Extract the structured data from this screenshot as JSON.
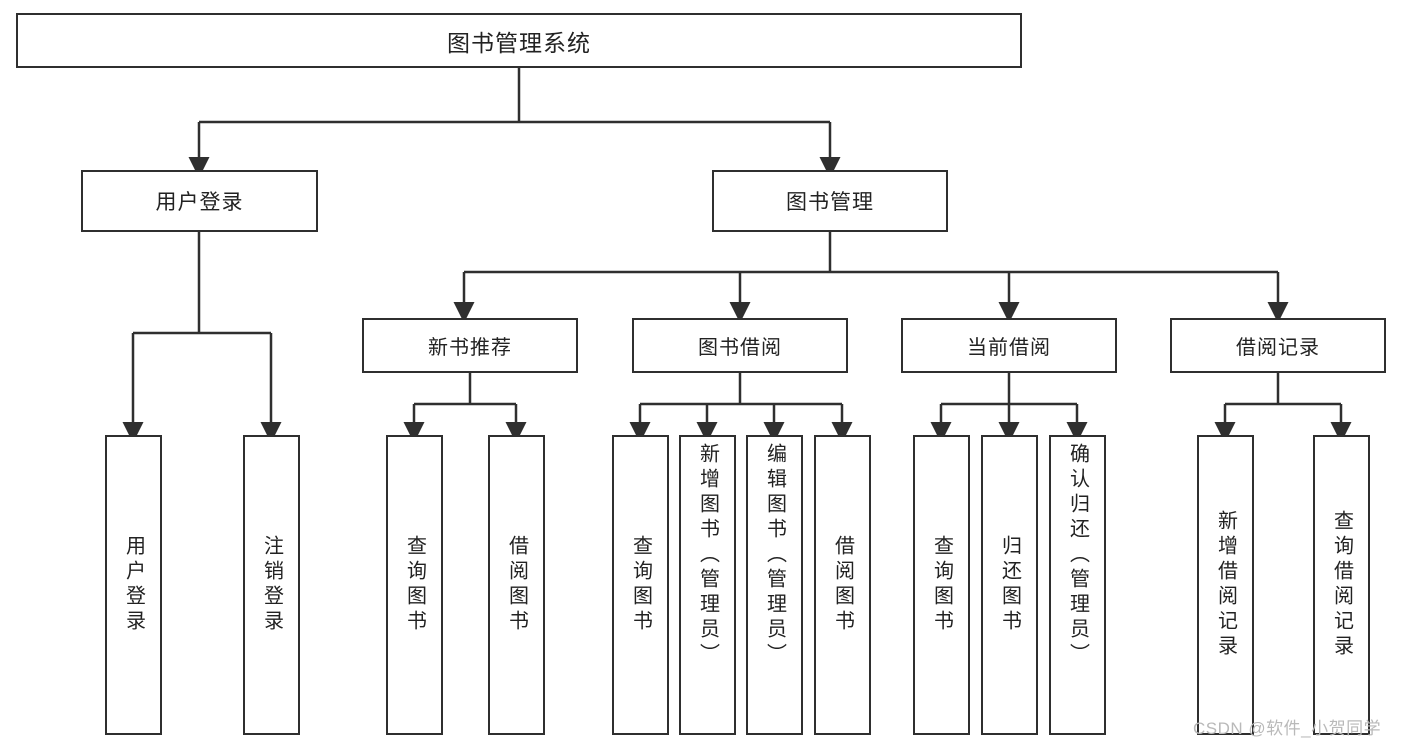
{
  "diagram": {
    "title": "图书管理系统",
    "watermark": "CSDN @软件_小贺同学",
    "stroke_color": "#2f2f2f",
    "fill_color": "#ffffff",
    "text_color": "#222222",
    "watermark_color": "#b9b9b9",
    "root": {
      "label": "图书管理系统"
    },
    "level1": [
      {
        "label": "用户登录"
      },
      {
        "label": "图书管理"
      }
    ],
    "level2": [
      {
        "label": "新书推荐"
      },
      {
        "label": "图书借阅"
      },
      {
        "label": "当前借阅"
      },
      {
        "label": "借阅记录"
      }
    ],
    "leaves": {
      "user_login": [
        {
          "label": "用户登录"
        },
        {
          "label": "注销登录"
        }
      ],
      "new_book": [
        {
          "label": "查询图书"
        },
        {
          "label": "借阅图书"
        }
      ],
      "borrow_book": [
        {
          "label": "查询图书"
        },
        {
          "label": "新增图书（管理员）"
        },
        {
          "label": "编辑图书（管理员）"
        },
        {
          "label": "借阅图书"
        }
      ],
      "current_borrow": [
        {
          "label": "查询图书"
        },
        {
          "label": "归还图书"
        },
        {
          "label": "确认归还（管理员）"
        }
      ],
      "borrow_record": [
        {
          "label": "新增借阅记录"
        },
        {
          "label": "查询借阅记录"
        }
      ]
    }
  }
}
